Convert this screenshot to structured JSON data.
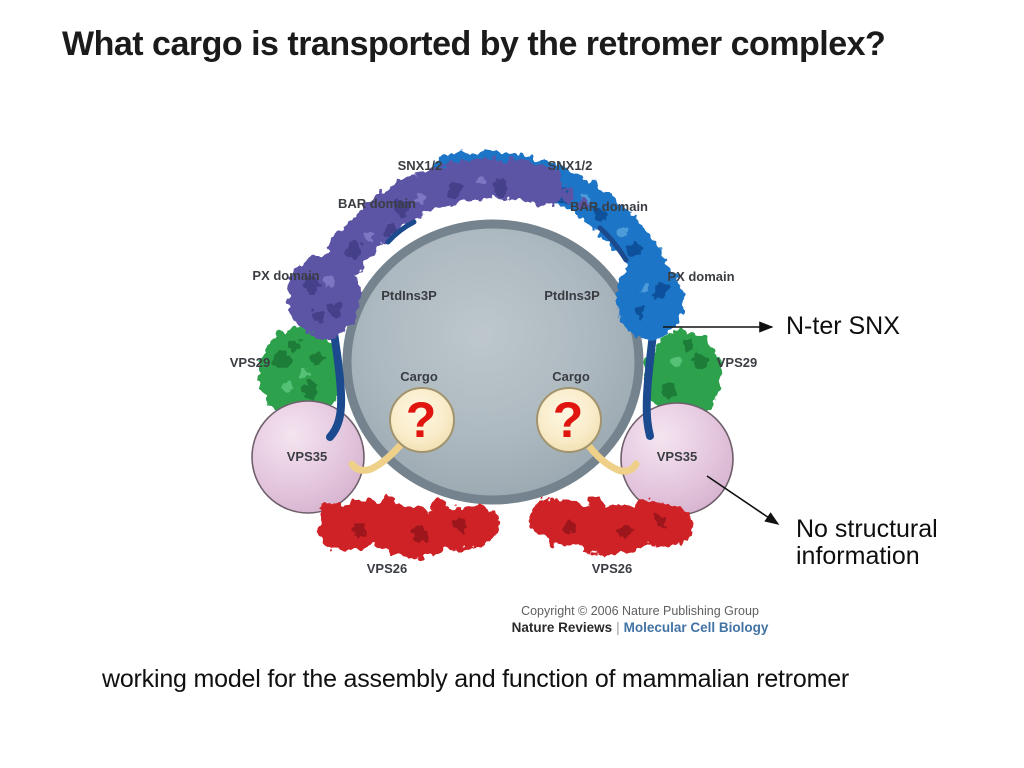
{
  "title": "What cargo is transported by the retromer complex?",
  "caption": "working model for the assembly and function of mammalian retromer",
  "annotations": {
    "n_ter_snx": "N-ter SNX",
    "no_struct_line1": "No structural",
    "no_struct_line2": "information"
  },
  "figure": {
    "labels": {
      "snx12_left": "SNX1/2",
      "snx12_right": "SNX1/2",
      "bar_left": "BAR domain",
      "bar_right": "BAR domain",
      "px_left": "PX domain",
      "px_right": "PX domain",
      "ptdins3p_left": "PtdIns3P",
      "ptdins3p_right": "PtdIns3P",
      "vps29_left": "VPS29",
      "vps29_right": "VPS29",
      "cargo_left": "Cargo",
      "cargo_right": "Cargo",
      "vps35_left": "VPS35",
      "vps35_right": "VPS35",
      "vps26_left": "VPS26",
      "vps26_right": "VPS26",
      "question_left": "?",
      "question_right": "?"
    },
    "credit": {
      "line1": "Copyright © 2006 Nature Publishing Group",
      "brand": "Nature Reviews",
      "separator": "|",
      "journal": "Molecular Cell Biology"
    },
    "colors": {
      "purple": "#5b54a6",
      "blue": "#1f74c6",
      "cyan_highlight": "#35a0dc",
      "green": "#2da14d",
      "red": "#cf2127",
      "pink": "#e8cde2",
      "sphere_gray": "#a6b2ba",
      "cargo_yellow": "#f9ecca",
      "question_red": "#e0150f",
      "tail_blue": "#1c4a8e",
      "tail_yellow": "#eed089",
      "label_dark": "#3a3d42"
    }
  }
}
